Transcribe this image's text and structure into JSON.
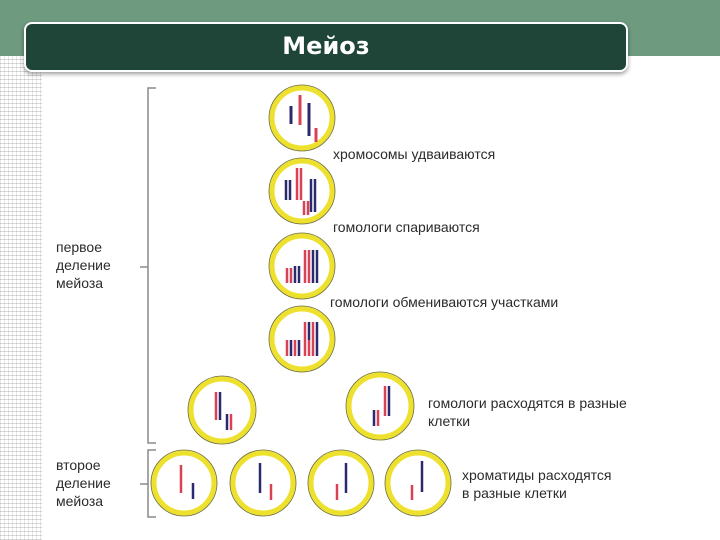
{
  "header": {
    "title": "Мейоз"
  },
  "diagram": {
    "phase_labels": {
      "first_division": [
        "первое",
        "деление",
        "мейоза"
      ],
      "second_division": [
        "второе",
        "деление",
        "мейоза"
      ]
    },
    "step_labels": [
      {
        "lines": [
          "хромосомы удваиваются"
        ]
      },
      {
        "lines": [
          "гомологи спариваются"
        ]
      },
      {
        "lines": [
          "гомологи обмениваются участками"
        ]
      },
      {
        "lines": [
          "гомологи расходятся в разные",
          "клетки"
        ]
      },
      {
        "lines": [
          "хроматиды расходятся",
          "в разные клетки"
        ]
      }
    ],
    "colors": {
      "cell_fill": "#ffffff",
      "cell_ring": "#ede12e",
      "cell_outline": "#6b6a2a",
      "chromosome_red": "#d94155",
      "chromosome_blue": "#2c2a6e",
      "bracket": "#8a8a8a"
    }
  }
}
